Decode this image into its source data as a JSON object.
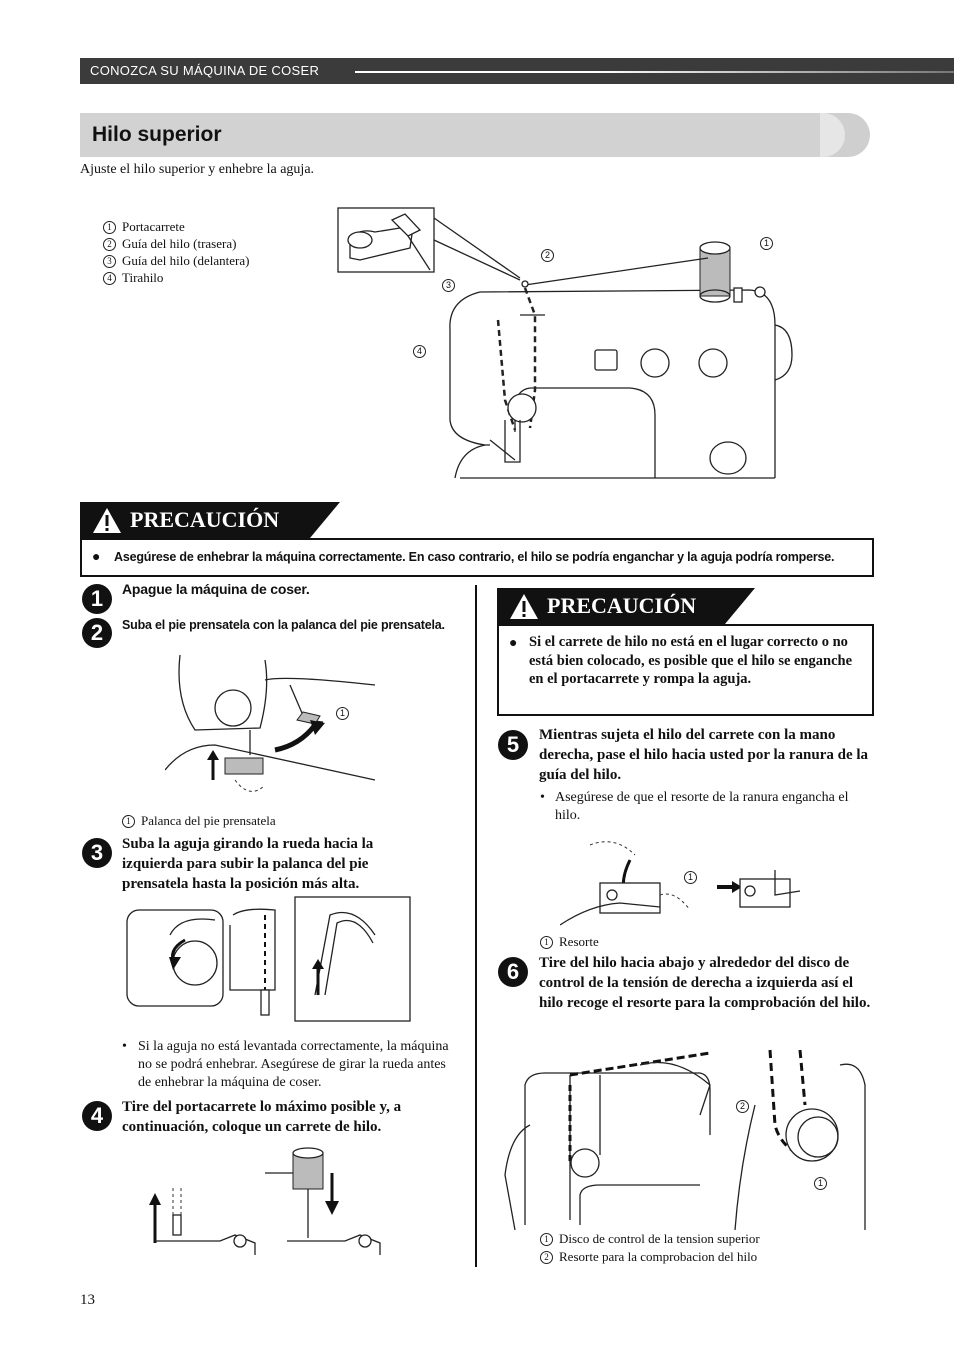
{
  "header": {
    "section": "CONOZCA SU MÁQUINA DE COSER"
  },
  "title": "Hilo superior",
  "intro": "Ajuste el hilo superior y enhebre la aguja.",
  "parts": [
    {
      "n": "1",
      "label": "Portacarrete"
    },
    {
      "n": "2",
      "label": "Guía del hilo (trasera)"
    },
    {
      "n": "3",
      "label": "Guía del hilo (delantera)"
    },
    {
      "n": "4",
      "label": "Tirahilo"
    }
  ],
  "callouts": {
    "c1": "1",
    "c2": "2",
    "c3": "3",
    "c4": "4"
  },
  "caution1": {
    "heading": "PRECAUCIÓN",
    "text": "Asegúrese de enhebrar la máquina correctamente. En caso contrario, el hilo se podría enganchar y la aguja podría romperse."
  },
  "steps": {
    "s1": {
      "n": "1",
      "text": "Apague la máquina de coser."
    },
    "s2": {
      "n": "2",
      "text": "Suba el pie prensatela con la palanca del pie prensatela.",
      "caption": "Palanca del pie prensatela",
      "cap_n": "1"
    },
    "s3": {
      "n": "3",
      "text": "Suba la aguja girando la rueda hacia la izquierda para subir la palanca del pie prensatela hasta la posición más alta.",
      "note": "Si la aguja no está levantada correctamente, la máquina no se podrá enhebrar. Asegúrese de girar la rueda antes de enhebrar la máquina de coser."
    },
    "s4": {
      "n": "4",
      "text": "Tire del portacarrete lo máximo posible y, a continuación, coloque un carrete de hilo."
    },
    "s5": {
      "n": "5",
      "text": "Mientras sujeta el hilo del carrete con la mano derecha, pase el hilo hacia usted por la ranura de la guía del hilo.",
      "note": "Asegúrese de que el resorte de la ranura engancha el hilo.",
      "caption": "Resorte",
      "cap_n": "1"
    },
    "s6": {
      "n": "6",
      "text": "Tire del hilo hacia abajo y alrededor del disco de control de la tensión de derecha a izquierda así el hilo recoge el resorte para la comprobación del hilo.",
      "cap1": "Disco de control de la tension superior",
      "cap2": "Resorte para la comprobacion del hilo",
      "cap1_n": "1",
      "cap2_n": "2"
    }
  },
  "caution2": {
    "heading": "PRECAUCIÓN",
    "text": "Si el carrete de hilo no está en el lugar correcto o no está bien colocado, es posible que el hilo se enganche en el portacarrete y rompa la aguja."
  },
  "page_number": "13"
}
